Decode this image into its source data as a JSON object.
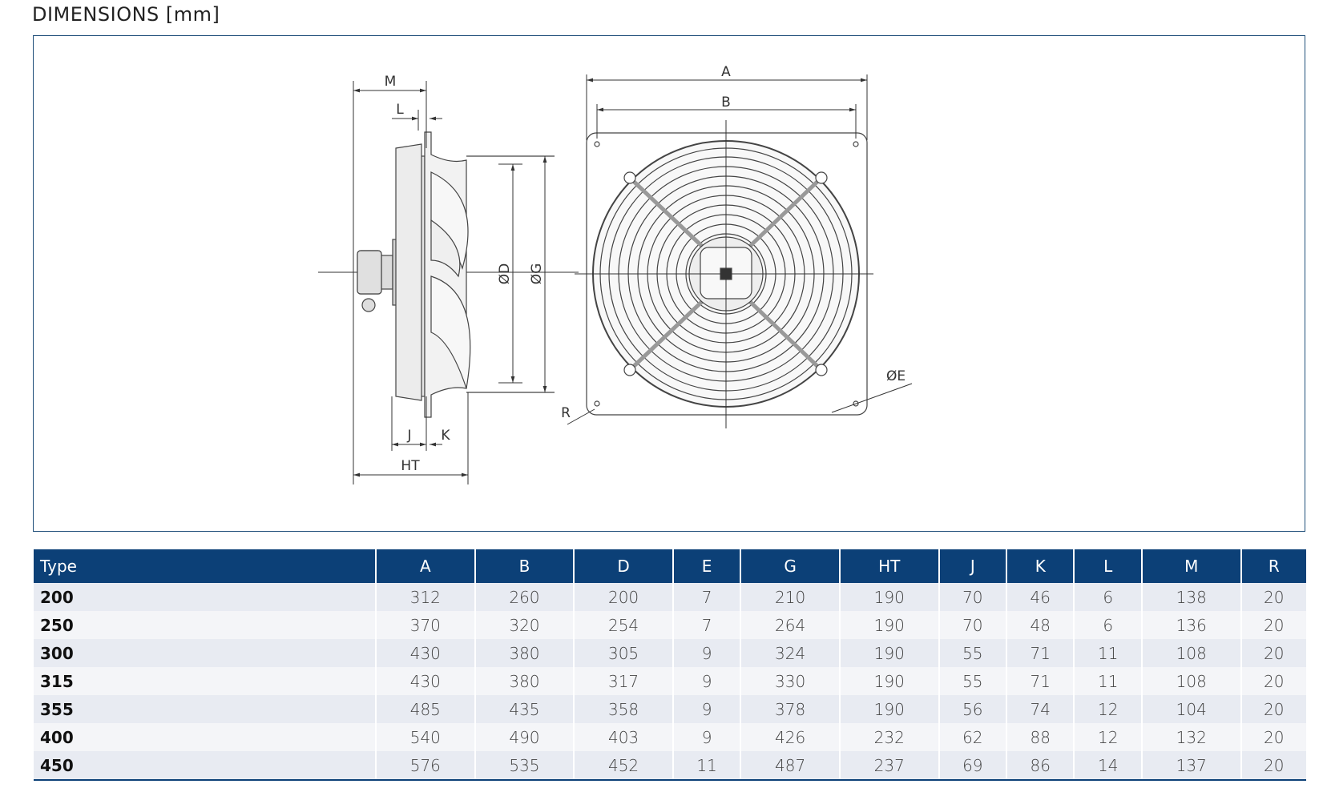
{
  "page_title": "DIMENSIONS [mm]",
  "drawing_labels": {
    "M": "M",
    "L": "L",
    "J": "J",
    "K": "K",
    "HT": "HT",
    "D": "ØD",
    "G": "ØG",
    "A": "A",
    "B": "B",
    "R": "R",
    "E": "ØE"
  },
  "table": {
    "headers": [
      "Type",
      "A",
      "B",
      "D",
      "E",
      "G",
      "HT",
      "J",
      "K",
      "L",
      "M",
      "R"
    ],
    "rows": [
      [
        "200",
        "312",
        "260",
        "200",
        "7",
        "210",
        "190",
        "70",
        "46",
        "6",
        "138",
        "20"
      ],
      [
        "250",
        "370",
        "320",
        "254",
        "7",
        "264",
        "190",
        "70",
        "48",
        "6",
        "136",
        "20"
      ],
      [
        "300",
        "430",
        "380",
        "305",
        "9",
        "324",
        "190",
        "55",
        "71",
        "11",
        "108",
        "20"
      ],
      [
        "315",
        "430",
        "380",
        "317",
        "9",
        "330",
        "190",
        "55",
        "71",
        "11",
        "108",
        "20"
      ],
      [
        "355",
        "485",
        "435",
        "358",
        "9",
        "378",
        "190",
        "56",
        "74",
        "12",
        "104",
        "20"
      ],
      [
        "400",
        "540",
        "490",
        "403",
        "9",
        "426",
        "232",
        "62",
        "88",
        "12",
        "132",
        "20"
      ],
      [
        "450",
        "576",
        "535",
        "452",
        "11",
        "487",
        "237",
        "69",
        "86",
        "14",
        "137",
        "20"
      ]
    ]
  },
  "colors": {
    "header_bg": "#0c4077",
    "frame_border": "#1f4e79",
    "row_odd": "#e8ebf2",
    "row_even": "#f4f5f8"
  }
}
